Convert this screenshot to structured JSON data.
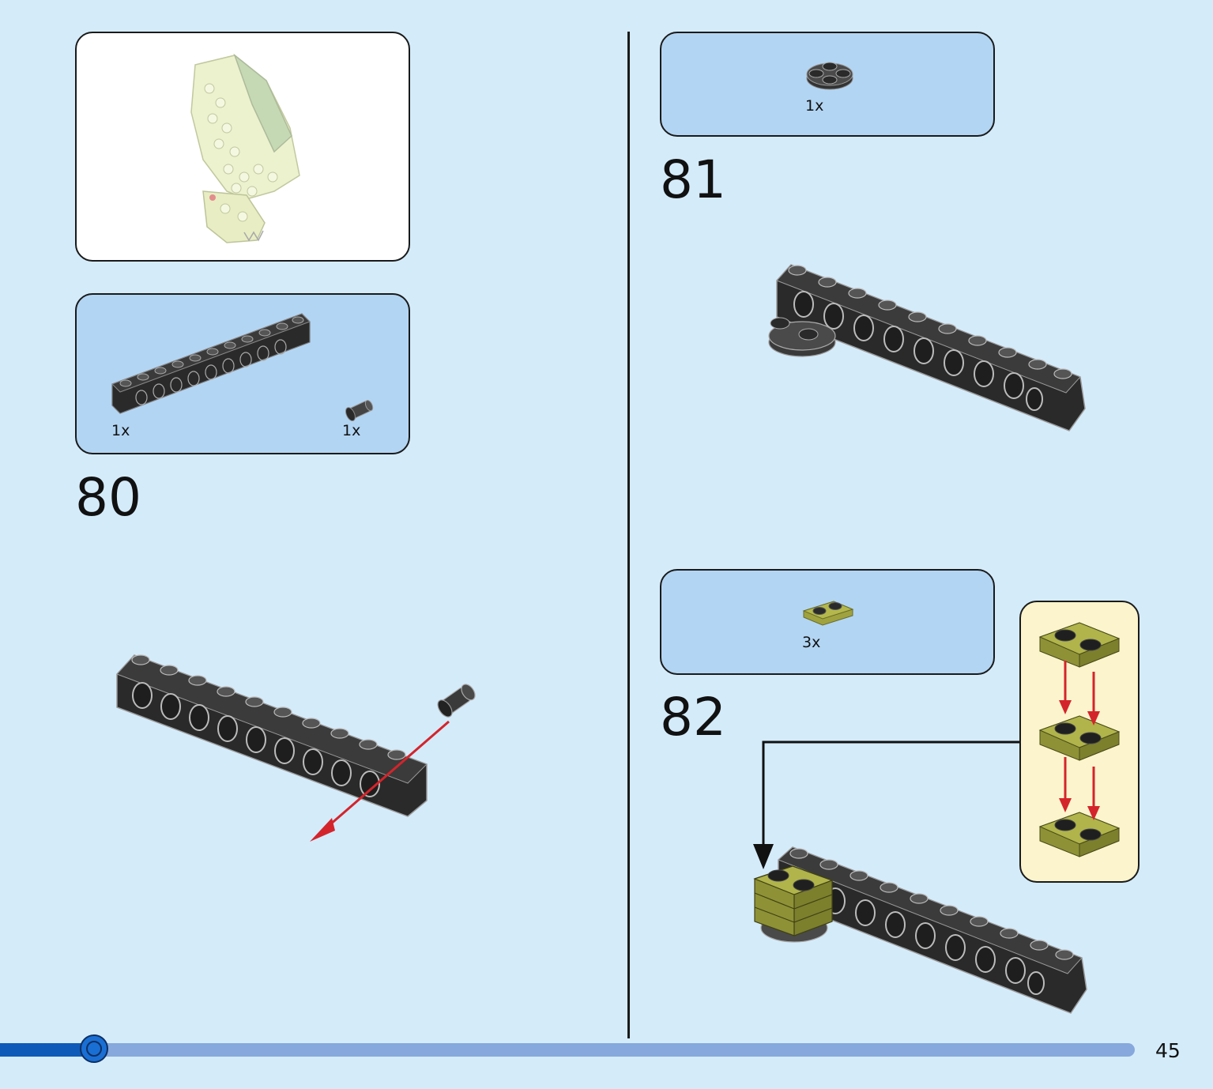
{
  "steps": [
    {
      "number": "80",
      "parts": [
        {
          "qty": "1x"
        },
        {
          "qty": "1x"
        }
      ]
    },
    {
      "number": "81",
      "parts": [
        {
          "qty": "1x"
        }
      ]
    },
    {
      "number": "82",
      "parts": [
        {
          "qty": "3x"
        }
      ]
    }
  ],
  "subassembly": {
    "arrow": "down-arrow"
  },
  "page": {
    "number": "45",
    "progress": 0.083
  },
  "colors": {
    "background": "#d4ebfa",
    "parts_box": "#b2d5f3",
    "subassembly_box": "#fcf4cc",
    "technic_brick": "#2a2a2a",
    "olive_plate": "#a9ac45",
    "arrow": "#d4242b",
    "progress_fill": "#0e5ab8",
    "progress_track": "#86a8dc"
  }
}
